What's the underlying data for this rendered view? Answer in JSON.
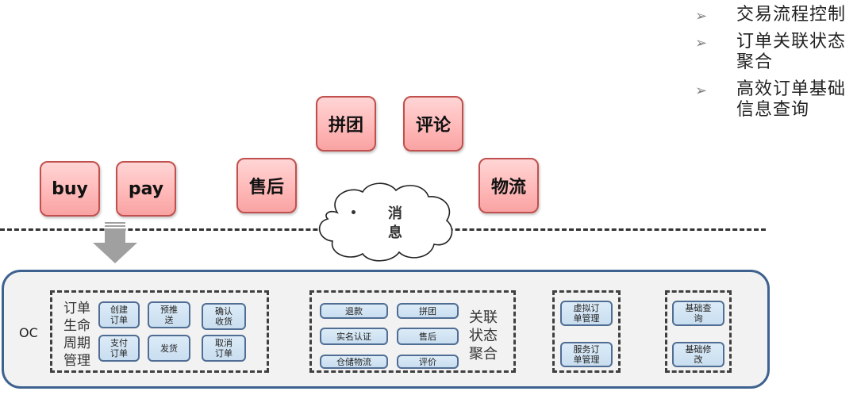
{
  "top_services": [
    {
      "label": "buy"
    },
    {
      "label": "pay"
    },
    {
      "label": "售后"
    },
    {
      "label": "拼团"
    },
    {
      "label": "评论"
    },
    {
      "label": "物流"
    }
  ],
  "message_cloud": {
    "label": "消息"
  },
  "bullets": [
    {
      "text": "交易流程控制"
    },
    {
      "text": "订单关联状态聚合"
    },
    {
      "text": "高效订单基础信息查询"
    }
  ],
  "oc": {
    "label": "OC",
    "lifecycle_group": {
      "title": "订单生命周期管理",
      "items": [
        "创建订单",
        "预推送",
        "确认收货",
        "支付订单",
        "发货",
        "取消订单"
      ]
    },
    "aggregation_group": {
      "title": "关联状态聚合",
      "items": [
        "退款",
        "拼团",
        "实名认证",
        "售后",
        "仓储物流",
        "评价"
      ]
    },
    "order_mgmt_group": {
      "items": [
        "虚拟订单管理",
        "服务订单管理"
      ]
    },
    "basic_group": {
      "items": [
        "基础查询",
        "基础修改"
      ]
    }
  },
  "colors": {
    "service_border": "#c0504d",
    "service_fill": "#ffb9b9",
    "oc_border": "#3e6290",
    "sub_fill": "#dcebf7"
  }
}
